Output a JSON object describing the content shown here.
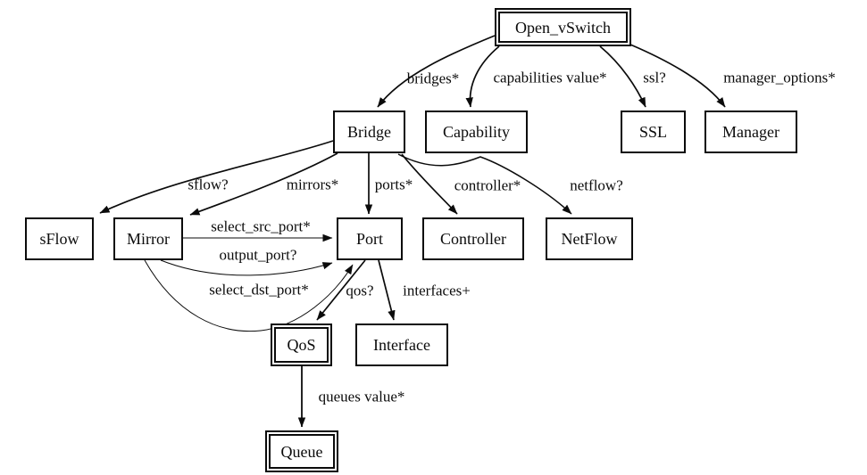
{
  "diagram": {
    "background_color": "#ffffff",
    "line_color": "#0b0b0b",
    "nodes": [
      {
        "id": "open_vswitch",
        "label": "Open_vSwitch",
        "border": "double"
      },
      {
        "id": "bridge",
        "label": "Bridge",
        "border": "single"
      },
      {
        "id": "capability",
        "label": "Capability",
        "border": "single"
      },
      {
        "id": "ssl",
        "label": "SSL",
        "border": "single"
      },
      {
        "id": "manager",
        "label": "Manager",
        "border": "single"
      },
      {
        "id": "sflow",
        "label": "sFlow",
        "border": "single"
      },
      {
        "id": "mirror",
        "label": "Mirror",
        "border": "single"
      },
      {
        "id": "port",
        "label": "Port",
        "border": "single"
      },
      {
        "id": "controller",
        "label": "Controller",
        "border": "single"
      },
      {
        "id": "netflow",
        "label": "NetFlow",
        "border": "single"
      },
      {
        "id": "qos",
        "label": "QoS",
        "border": "double"
      },
      {
        "id": "interface",
        "label": "Interface",
        "border": "single"
      },
      {
        "id": "queue",
        "label": "Queue",
        "border": "double"
      }
    ],
    "edges": [
      {
        "id": "bridges",
        "from": "open_vswitch",
        "to": "bridge",
        "label": "bridges*"
      },
      {
        "id": "capabilities",
        "from": "open_vswitch",
        "to": "capability",
        "label": "capabilities value*"
      },
      {
        "id": "ssl_ref",
        "from": "open_vswitch",
        "to": "ssl",
        "label": "ssl?"
      },
      {
        "id": "manager_options",
        "from": "open_vswitch",
        "to": "manager",
        "label": "manager_options*"
      },
      {
        "id": "sflow_ref",
        "from": "bridge",
        "to": "sflow",
        "label": "sflow?"
      },
      {
        "id": "mirrors",
        "from": "bridge",
        "to": "mirror",
        "label": "mirrors*"
      },
      {
        "id": "ports",
        "from": "bridge",
        "to": "port",
        "label": "ports*"
      },
      {
        "id": "controller_ref",
        "from": "bridge",
        "to": "controller",
        "label": "controller*"
      },
      {
        "id": "netflow_ref",
        "from": "bridge",
        "to": "netflow",
        "label": "netflow?"
      },
      {
        "id": "select_src_port",
        "from": "mirror",
        "to": "port",
        "label": "select_src_port*"
      },
      {
        "id": "output_port",
        "from": "mirror",
        "to": "port",
        "label": "output_port?"
      },
      {
        "id": "select_dst_port",
        "from": "mirror",
        "to": "port",
        "label": "select_dst_port*"
      },
      {
        "id": "qos_ref",
        "from": "port",
        "to": "qos",
        "label": "qos?"
      },
      {
        "id": "interfaces",
        "from": "port",
        "to": "interface",
        "label": "interfaces+"
      },
      {
        "id": "queues",
        "from": "qos",
        "to": "queue",
        "label": "queues value*"
      }
    ]
  }
}
